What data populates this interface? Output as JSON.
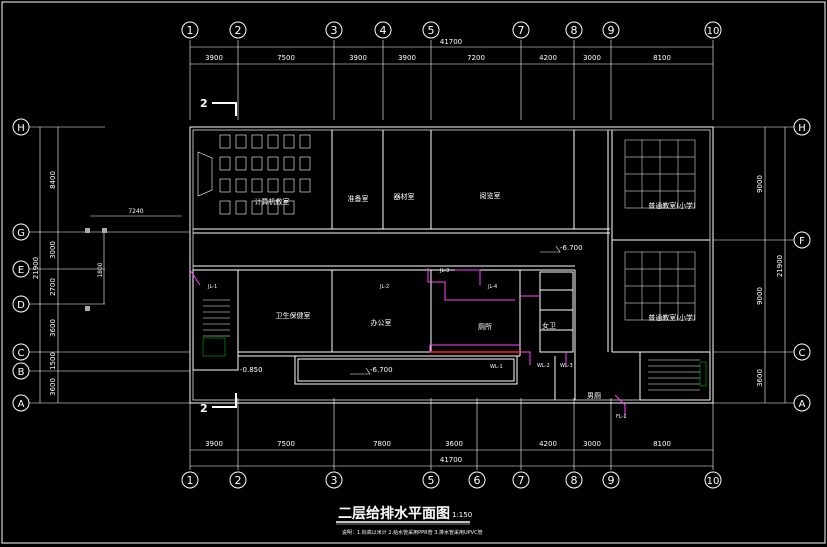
{
  "drawing": {
    "title": "二层给排水平面图",
    "scale": "1:150",
    "notes": "说明：1.标高以米计  2.给水管采用PPR管  3.排水管采用UPVC管",
    "total_dim_top": "41700",
    "total_dim_bottom": "41700",
    "vertical_total_right": "21900",
    "vertical_total_left": "21900",
    "section_mark": "2"
  },
  "axes_top": [
    "1",
    "2",
    "3",
    "4",
    "5",
    "7",
    "8",
    "9",
    "10"
  ],
  "axes_bottom": [
    "1",
    "2",
    "3",
    "5",
    "6",
    "7",
    "8",
    "9",
    "10"
  ],
  "axes_left": [
    "H",
    "G",
    "E",
    "D",
    "C",
    "B",
    "A"
  ],
  "axes_right": [
    "H",
    "F",
    "C",
    "A"
  ],
  "dims_top": [
    "3900",
    "7500",
    "3900",
    "3900",
    "7200",
    "4200",
    "3000",
    "8100"
  ],
  "dims_bottom": [
    "3900",
    "7500",
    "7800",
    "3600",
    "4200",
    "3000",
    "8100"
  ],
  "dims_left": [
    "8400",
    "3000",
    "2700",
    "3600",
    "1500",
    "3600"
  ],
  "dims_right": [
    "9000",
    "9000",
    "3600"
  ],
  "dim_mid_left": "7240",
  "dim_mid_left2": "1800",
  "rooms": {
    "computer_room": "计算机教室",
    "prep_room": "准备室",
    "lab_store": "器材室",
    "reading_room": "阅览室",
    "health_room": "卫生保健室",
    "office": "办公室",
    "toilet": "厕所",
    "women": "女卫",
    "teaching_a": "普通教室(小学)",
    "teaching_b": "普通教室(小学)",
    "men": "男厕"
  },
  "levels": {
    "corridor": "-6.700",
    "balcony": "-6.700",
    "stair": "-0.850"
  },
  "pipe_tags": {
    "jl1": "JL-1",
    "jl2": "JL-2",
    "jl3": "JL-3",
    "jl4": "JL-4",
    "wl1": "WL-1",
    "wl2": "WL-2",
    "wl3": "WL-3",
    "fl1": "FL-1"
  },
  "colors": {
    "line": "#ffffff",
    "pipe": "#ff40ff",
    "accent_green": "#00d000",
    "accent_red": "#ff2020",
    "text": "#ffffff"
  }
}
